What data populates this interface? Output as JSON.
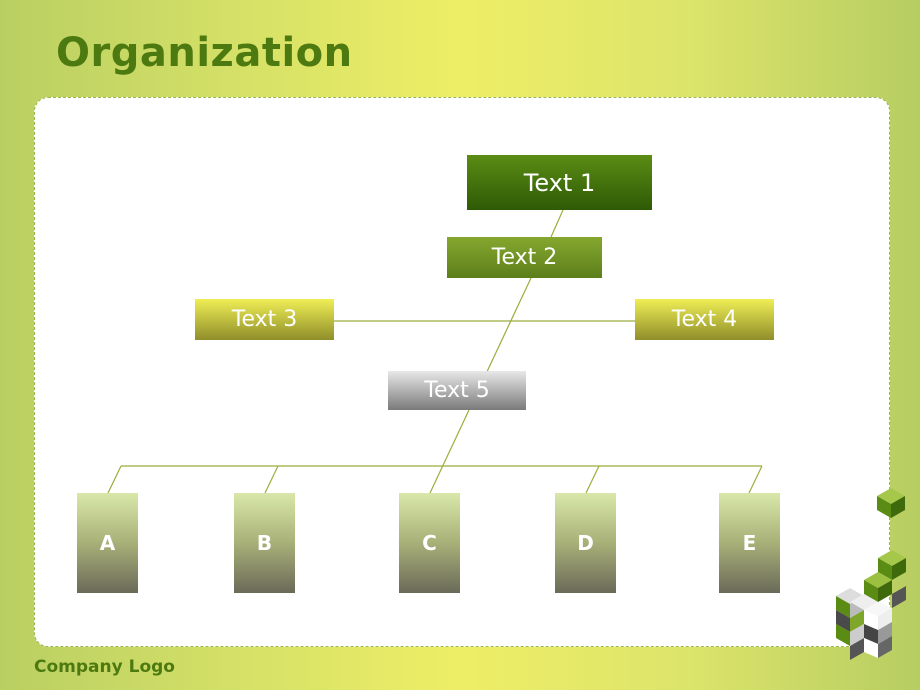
{
  "slide": {
    "title": "Organization",
    "footer_logo": "Company Logo"
  },
  "org_chart": {
    "top": "Text 1",
    "second": "Text 2",
    "left_branch": "Text 3",
    "right_branch": "Text 4",
    "middle": "Text 5",
    "leaves": [
      "A",
      "B",
      "C",
      "D",
      "E"
    ]
  },
  "colors": {
    "title": "#4d7a10",
    "connector": "#9aae3c",
    "node_dark_green": "#2f5a06",
    "node_yellow": "#efee56",
    "node_gray": "#7a7a7a"
  }
}
